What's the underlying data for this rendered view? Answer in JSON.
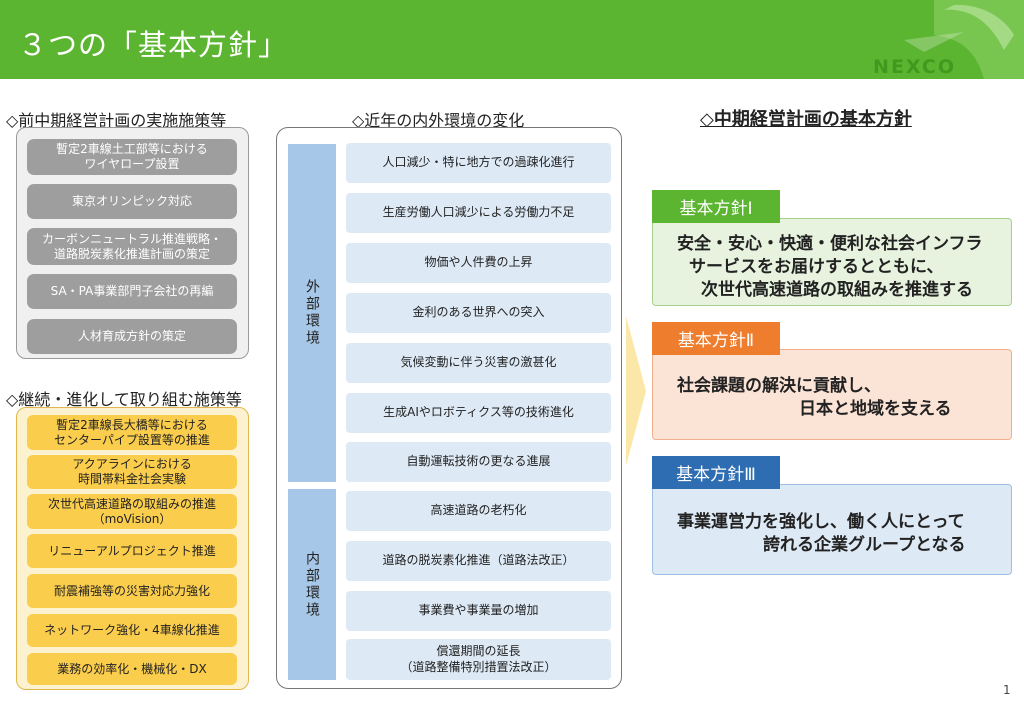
{
  "header": {
    "title": "３つの「基本方針」",
    "logo_text": "NEXCO",
    "colors": {
      "green": "#5cb531"
    }
  },
  "left": {
    "heading1": "◇前中期経営計画の実施施策等",
    "grey_items": [
      "暫定2車線土工部等における\nワイヤロープ設置",
      "東京オリンピック対応",
      "カーボンニュートラル推進戦略・\n道路脱炭素化推進計画の策定",
      "SA・PA事業部門子会社の再編",
      "人材育成方針の策定"
    ],
    "heading2": "◇継続・進化して取り組む施策等",
    "yellow_items": [
      "暫定2車線長大橋等における\nセンターパイプ設置等の推進",
      "アクアラインにおける\n時間帯料金社会実験",
      "次世代高速道路の取組みの推進\n（moVision）",
      "リニューアルプロジェクト推進",
      "耐震補強等の災害対応力強化",
      "ネットワーク強化・4車線化推進",
      "業務の効率化・機械化・DX"
    ]
  },
  "middle": {
    "heading": "◇近年の内外環境の変化",
    "external_label": "外部環境",
    "internal_label": "内部環境",
    "external_items": [
      "人口減少・特に地方での過疎化進行",
      "生産労働人口減少による労働力不足",
      "物価や人件費の上昇",
      "金利のある世界への突入",
      "気候変動に伴う災害の激甚化",
      "生成AIやロボティクス等の技術進化",
      "自動運転技術の更なる進展"
    ],
    "internal_items": [
      "高速道路の老朽化",
      "道路の脱炭素化推進（道路法改正）",
      "事業費や事業量の増加",
      "償還期間の延長\n（道路整備特別措置法改正）"
    ]
  },
  "right": {
    "heading": "◇中期経営計画の基本方針",
    "policies": [
      {
        "label": "基本方針Ⅰ",
        "lines": [
          "安全・安心・快適・便利な社会インフラ",
          "サービスをお届けするとともに、",
          "次世代高速道路の取組みを推進する"
        ],
        "label_color": "#5cb531",
        "box_color": "#e7f3df"
      },
      {
        "label": "基本方針Ⅱ",
        "lines": [
          "社会課題の解決に貢献し、",
          "日本と地域を支える"
        ],
        "label_color": "#ee7d2e",
        "box_color": "#fbe3d6"
      },
      {
        "label": "基本方針Ⅲ",
        "lines": [
          "事業運営力を強化し、働く人にとって",
          "誇れる企業グループとなる"
        ],
        "label_color": "#2e6db1",
        "box_color": "#dde9f5"
      }
    ]
  },
  "page_number": "1"
}
